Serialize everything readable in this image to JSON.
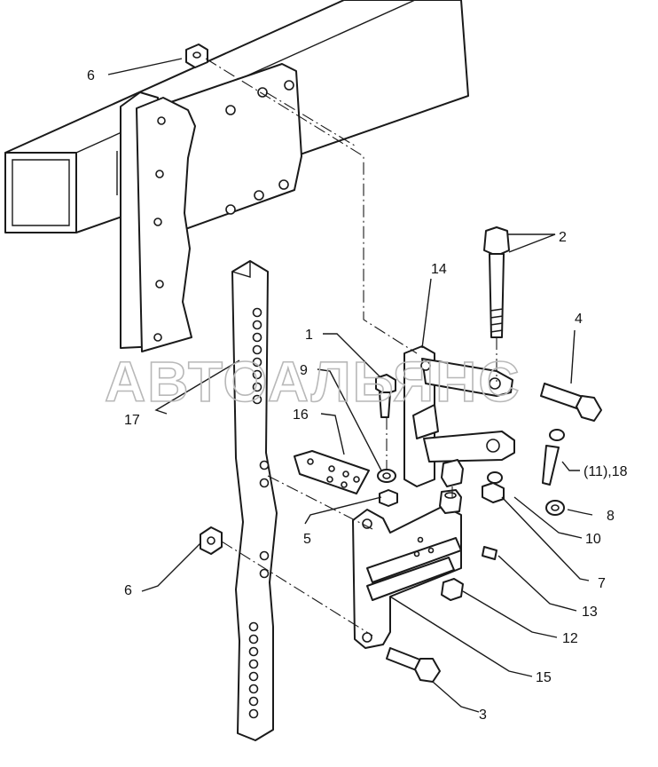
{
  "watermark": "АВТОАЛЬЯНС",
  "callouts": {
    "c1": "1",
    "c2": "2",
    "c3": "3",
    "c4": "4",
    "c5": "5",
    "c6a": "6",
    "c6b": "6",
    "c7": "7",
    "c8": "8",
    "c9": "9",
    "c10": "10",
    "c11_18": "(11),18",
    "c12": "12",
    "c13": "13",
    "c14": "14",
    "c15": "15",
    "c16": "16",
    "c17": "17"
  }
}
